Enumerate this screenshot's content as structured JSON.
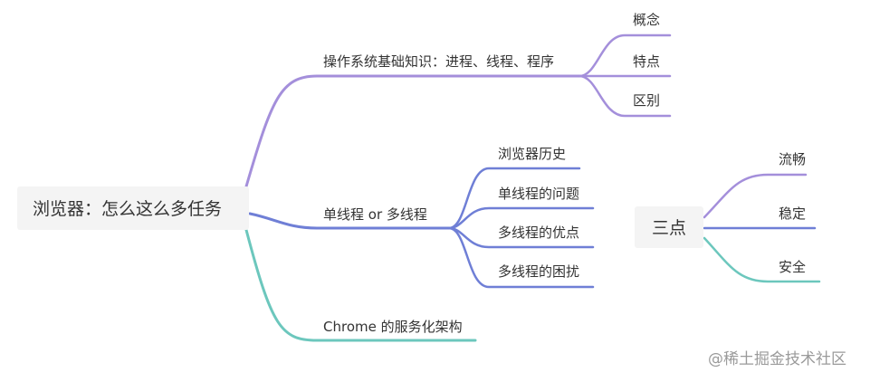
{
  "colors": {
    "purple": "#a48fdb",
    "blue": "#6f7fd6",
    "teal": "#6cc7bd",
    "node_bg": "#f4f4f4",
    "text": "#333333",
    "watermark": "#9a9a9a"
  },
  "root": {
    "label": "浏览器：怎么这么多任务"
  },
  "branches": [
    {
      "label": "操作系统基础知识：进程、线程、程序",
      "children": [
        "概念",
        "特点",
        "区别"
      ]
    },
    {
      "label": "单线程 or 多线程",
      "children": [
        "浏览器历史",
        "单线程的问题",
        "多线程的优点",
        "多线程的困扰"
      ]
    },
    {
      "label": "Chrome 的服务化架构",
      "children": []
    }
  ],
  "free_topic": {
    "label": "三点",
    "children": [
      "流畅",
      "稳定",
      "安全"
    ]
  },
  "watermark": "@稀土掘金技术社区"
}
